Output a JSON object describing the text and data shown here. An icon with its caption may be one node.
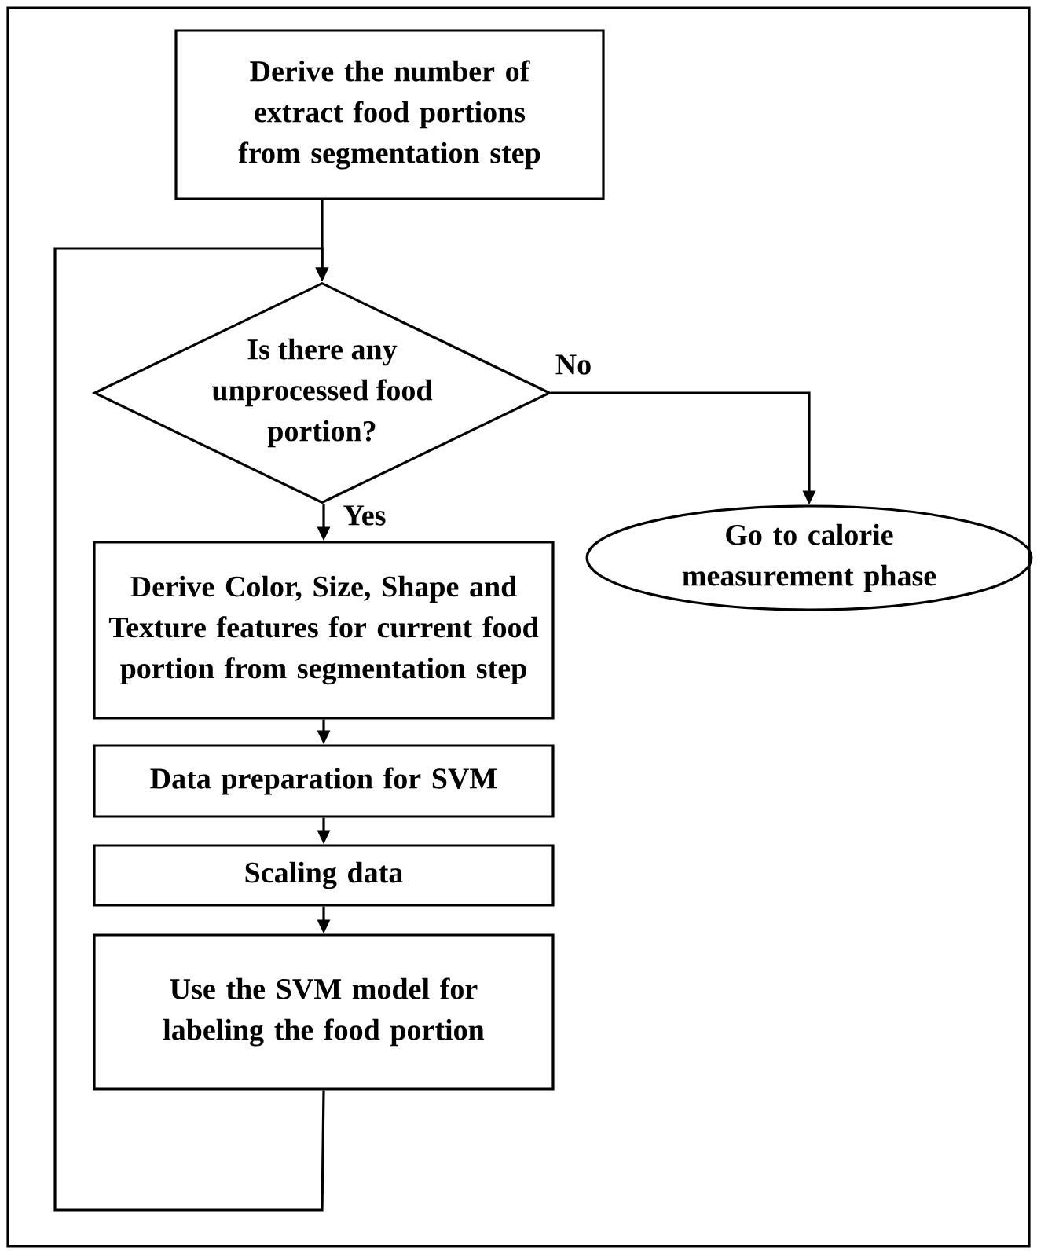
{
  "diagram": {
    "nodes": [
      {
        "text": [
          "Derive the number of extract food portions from segmentation step"
        ]
      },
      {
        "text": [
          "Is there any unprocessed food portion?"
        ]
      },
      {
        "text": [
          "Go to calorie measurement phase"
        ]
      },
      {
        "text": [
          "Derive Color, Size, Shape and Texture features for current food portion from segmentation step"
        ]
      },
      {
        "text": [
          "Data preparation for SVM"
        ]
      },
      {
        "text": [
          "Scaling data"
        ]
      },
      {
        "text": [
          "Use the SVM model for labeling the food portion"
        ]
      }
    ],
    "edges": [
      {
        "from": 0,
        "to": 1,
        "arrow": "to"
      },
      {
        "from": 1,
        "to": 2,
        "arrow": "to",
        "label": "No"
      },
      {
        "from": 1,
        "to": 3,
        "arrow": "to",
        "label": "Yes"
      },
      {
        "from": 3,
        "to": 4,
        "arrow": "to"
      },
      {
        "from": 4,
        "to": 5,
        "arrow": "to"
      },
      {
        "from": 5,
        "to": 6,
        "arrow": "to"
      },
      {
        "from": 6,
        "to": 1,
        "arrow": "to"
      }
    ]
  }
}
